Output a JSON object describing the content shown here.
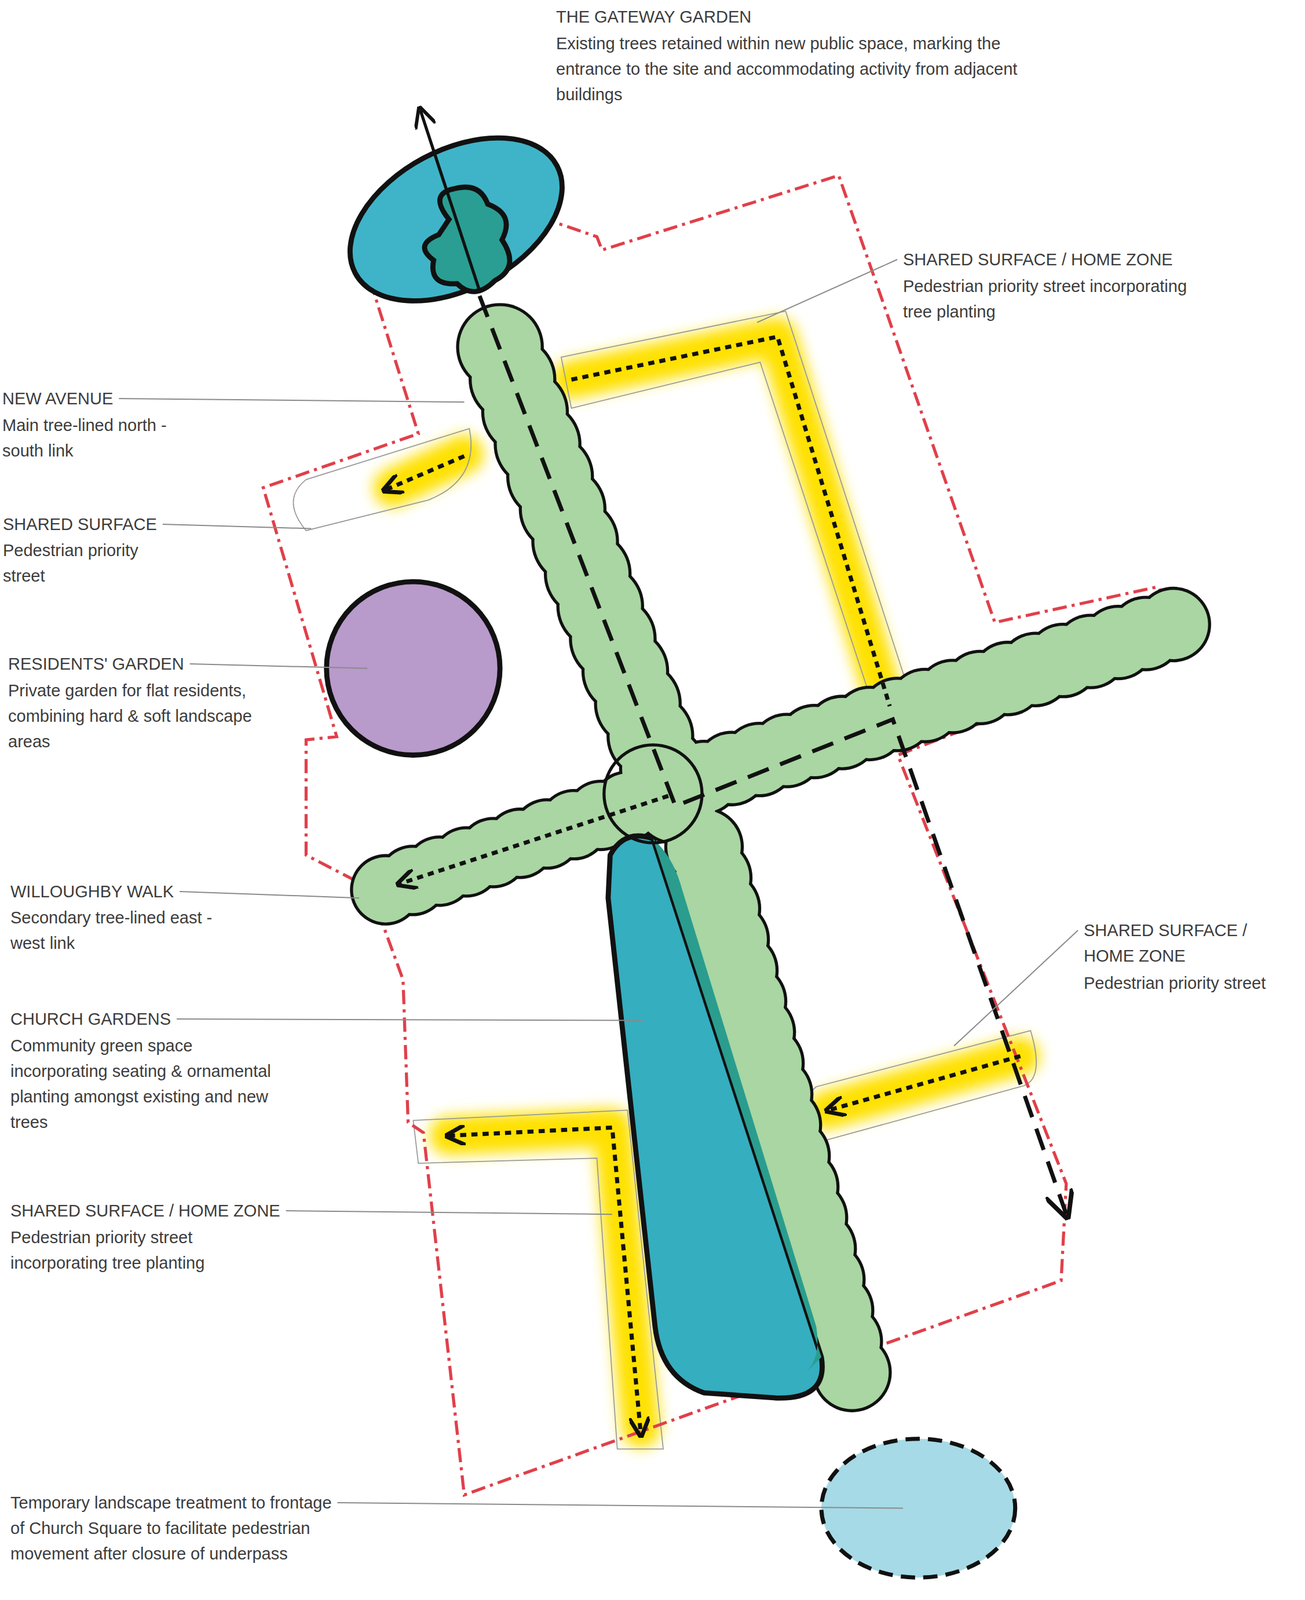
{
  "diagram": {
    "labels": [
      "THE GATEWAY GARDEN",
      "Existing trees retained within new public space, marking the entrance to the site and accommodating activity from adjacent buildings",
      "SHARED SURFACE / HOME ZONE",
      "Pedestrian priority street incorporating tree planting",
      "NEW AVENUE",
      "Main tree-lined north - south link",
      "SHARED SURFACE",
      "Pedestrian priority street",
      "RESIDENTS' GARDEN",
      "Private garden for flat residents, combining hard & soft landscape areas",
      "WILLOUGHBY WALK",
      "Secondary tree-lined east - west link",
      "CHURCH GARDENS",
      "Community green space incorporating seating & ornamental planting amongst existing and new trees",
      "SHARED SURFACE / HOME ZONE",
      "Pedestrian priority street",
      "SHARED SURFACE / HOME ZONE",
      "Pedestrian priority street incorporating tree planting",
      "Temporary landscape treatment to frontage of Church Square to facilitate pedestrian movement after closure of underpass"
    ]
  }
}
